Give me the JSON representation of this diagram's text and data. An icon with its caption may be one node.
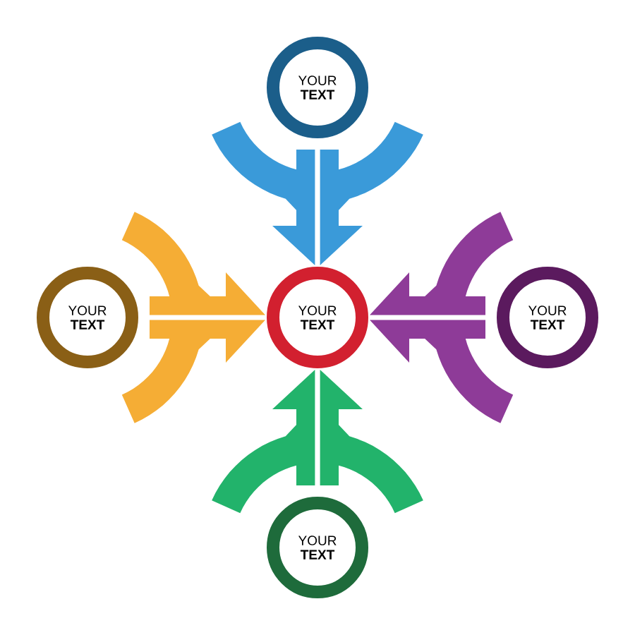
{
  "diagram": {
    "nodes": [
      {
        "text": [
          "YOUR",
          "TEXT"
        ]
      },
      {
        "text": [
          "YOUR",
          "TEXT"
        ]
      },
      {
        "text": [
          "YOUR",
          "TEXT"
        ]
      },
      {
        "text": [
          "YOUR",
          "TEXT"
        ]
      },
      {
        "text": [
          "YOUR",
          "TEXT"
        ]
      }
    ],
    "edges": [
      {
        "from": 0,
        "to": 2,
        "arrow": "to",
        "color": "#3a9ad9"
      },
      {
        "from": 1,
        "to": 2,
        "arrow": "to",
        "color": "#f5ad35"
      },
      {
        "from": 3,
        "to": 2,
        "arrow": "to",
        "color": "#8e3b98"
      },
      {
        "from": 4,
        "to": 2,
        "arrow": "to",
        "color": "#22b36b"
      }
    ]
  }
}
